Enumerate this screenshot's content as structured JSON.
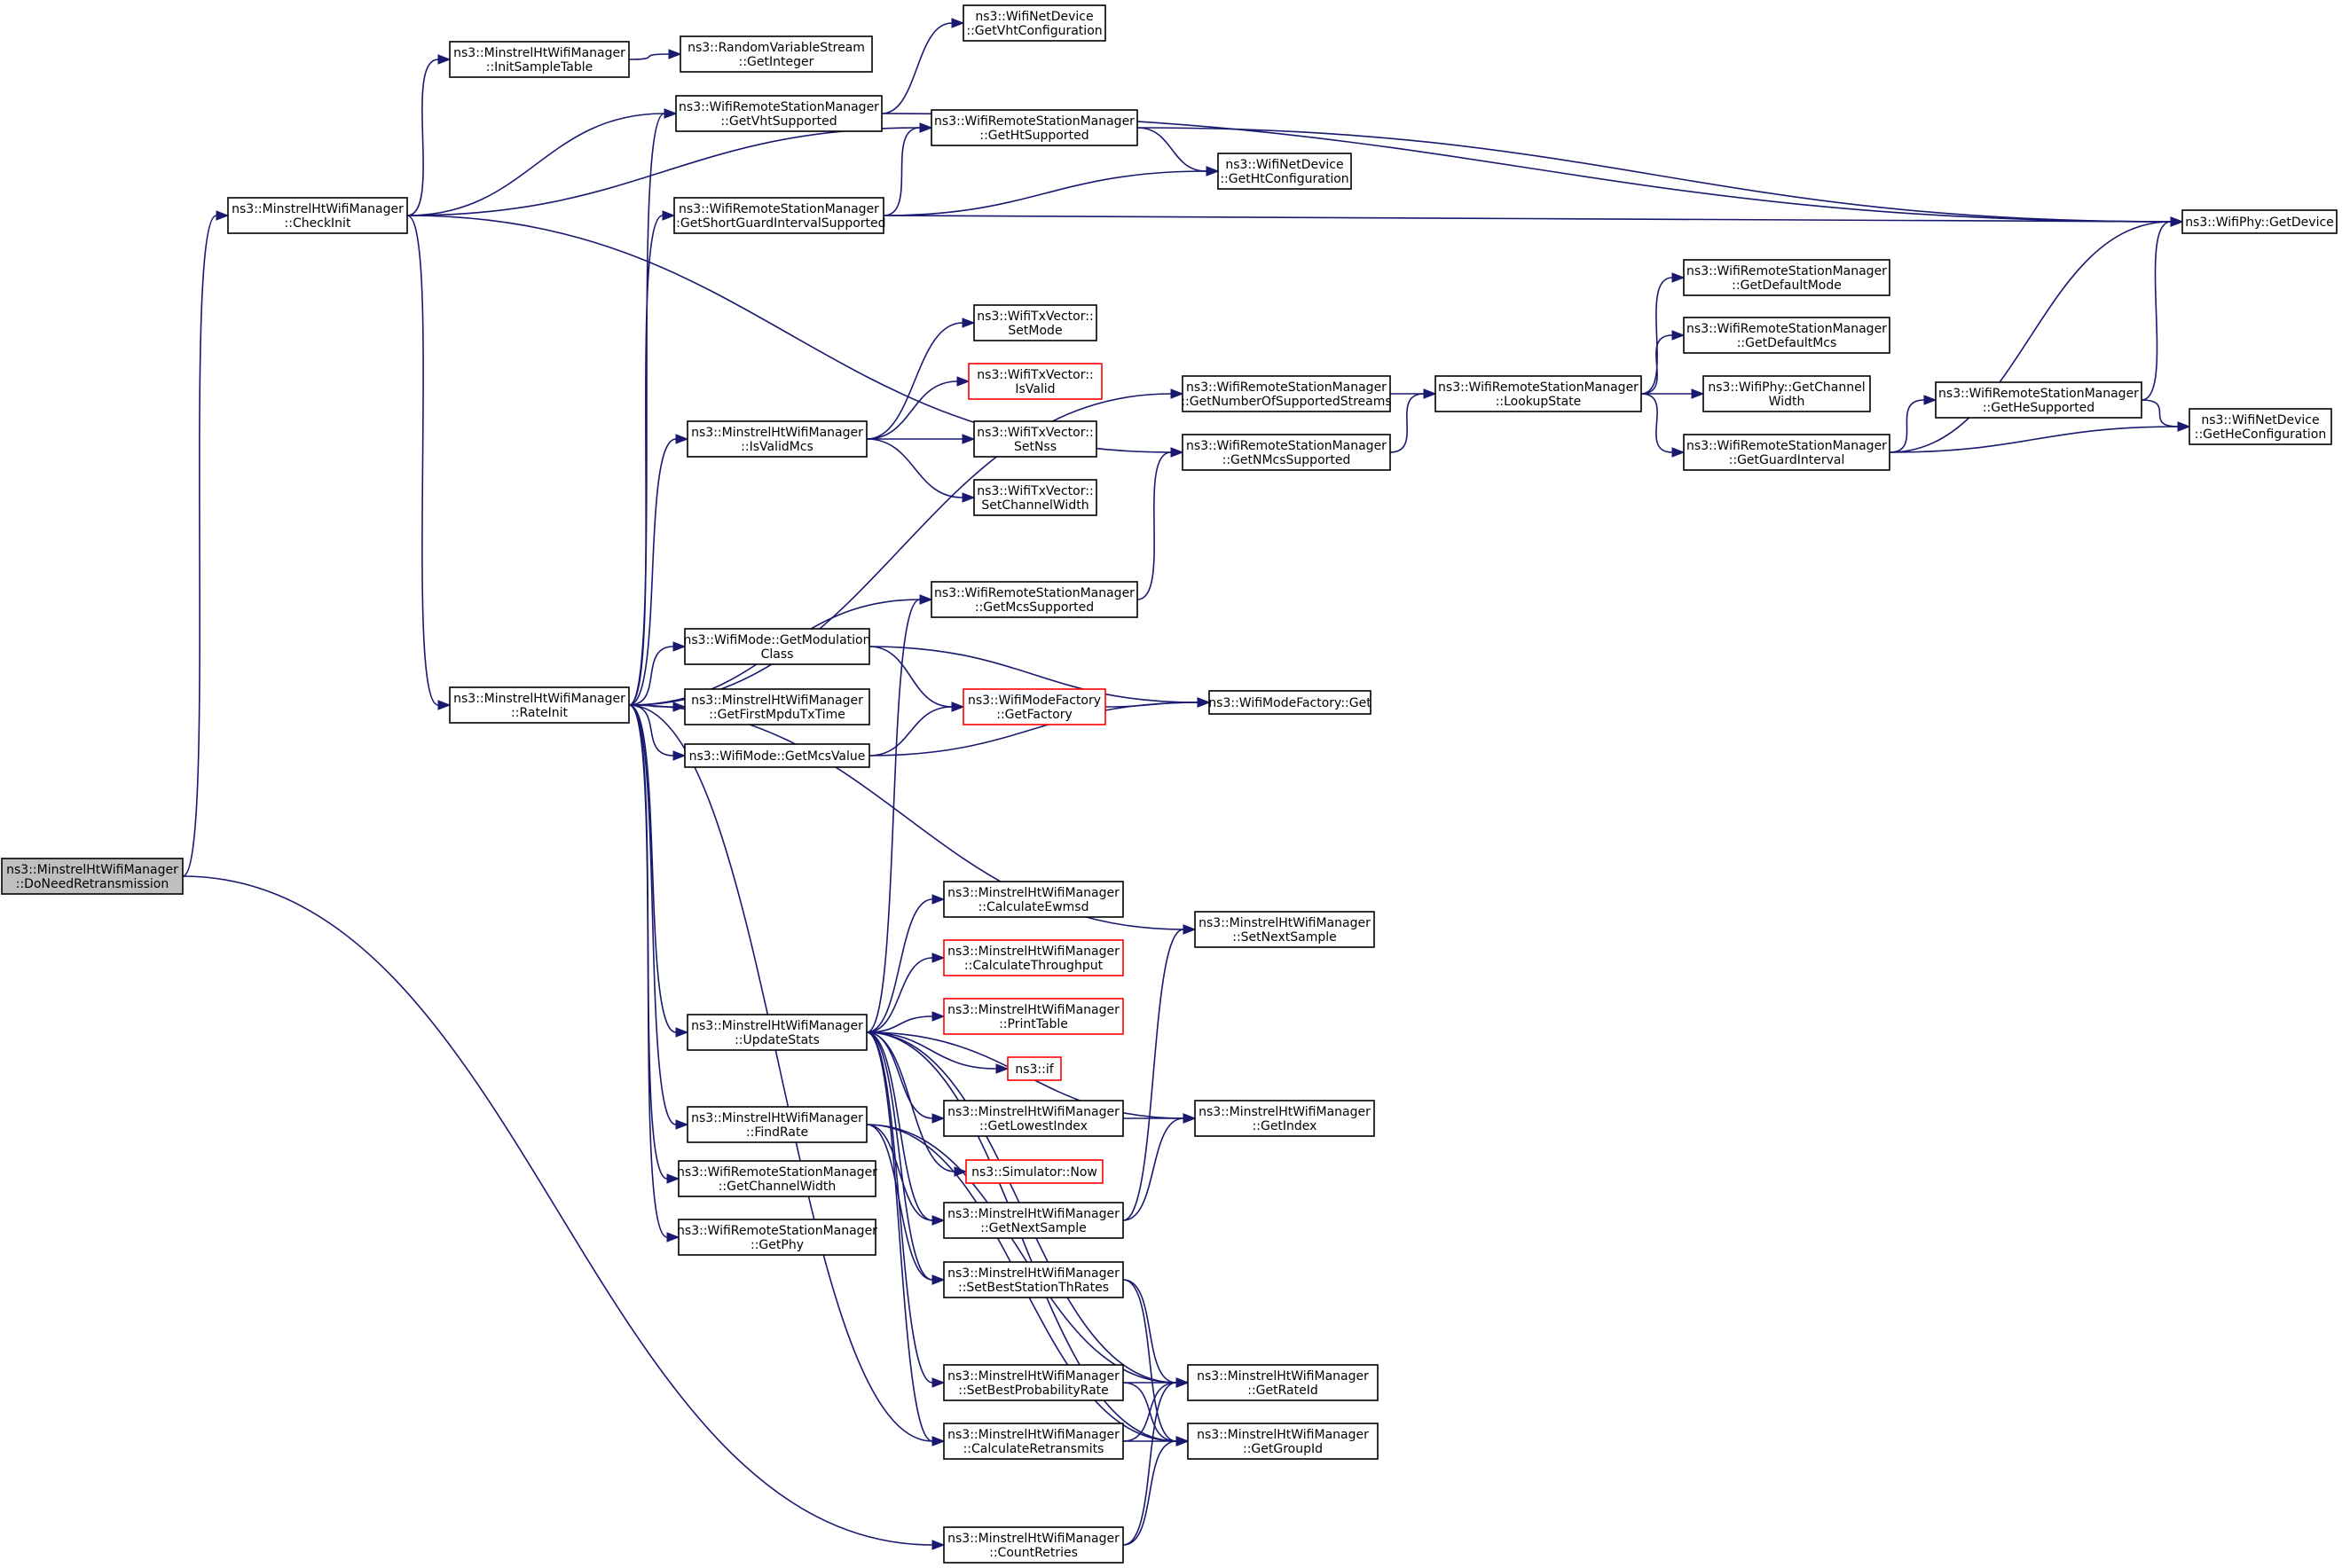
{
  "diagram": {
    "colors": {
      "edge": "#191970",
      "border": "#000000",
      "border_incomplete": "#ff0000",
      "root_fill": "#bfbfbf",
      "fill": "#ffffff"
    },
    "nodes": [
      {
        "id": "DoNeedRetransmission",
        "lines": [
          "ns3::MinstrelHtWifiManager",
          "::DoNeedRetransmission"
        ],
        "style": "root"
      },
      {
        "id": "CheckInit",
        "lines": [
          "ns3::MinstrelHtWifiManager",
          "::CheckInit"
        ],
        "style": "normal"
      },
      {
        "id": "InitSampleTable",
        "lines": [
          "ns3::MinstrelHtWifiManager",
          "::InitSampleTable"
        ],
        "style": "normal"
      },
      {
        "id": "GetInteger",
        "lines": [
          "ns3::RandomVariableStream",
          "::GetInteger"
        ],
        "style": "normal"
      },
      {
        "id": "GetVhtSupported",
        "lines": [
          "ns3::WifiRemoteStationManager",
          "::GetVhtSupported"
        ],
        "style": "normal"
      },
      {
        "id": "GetVhtConfiguration",
        "lines": [
          "ns3::WifiNetDevice",
          "::GetVhtConfiguration"
        ],
        "style": "normal"
      },
      {
        "id": "GetHtSupported",
        "lines": [
          "ns3::WifiRemoteStationManager",
          "::GetHtSupported"
        ],
        "style": "normal"
      },
      {
        "id": "GetHtConfiguration",
        "lines": [
          "ns3::WifiNetDevice",
          "::GetHtConfiguration"
        ],
        "style": "normal"
      },
      {
        "id": "GetShortGuardIntervalSupported",
        "lines": [
          "ns3::WifiRemoteStationManager",
          "::GetShortGuardIntervalSupported"
        ],
        "style": "normal"
      },
      {
        "id": "GetDevice",
        "lines": [
          "ns3::WifiPhy::GetDevice"
        ],
        "style": "normal"
      },
      {
        "id": "SetMode",
        "lines": [
          "ns3::WifiTxVector::",
          "SetMode"
        ],
        "style": "normal"
      },
      {
        "id": "IsValid",
        "lines": [
          "ns3::WifiTxVector::",
          "IsValid"
        ],
        "style": "incomplete"
      },
      {
        "id": "IsValidMcs",
        "lines": [
          "ns3::MinstrelHtWifiManager",
          "::IsValidMcs"
        ],
        "style": "normal"
      },
      {
        "id": "SetNss",
        "lines": [
          "ns3::WifiTxVector::",
          "SetNss"
        ],
        "style": "normal"
      },
      {
        "id": "SetChannelWidth",
        "lines": [
          "ns3::WifiTxVector::",
          "SetChannelWidth"
        ],
        "style": "normal"
      },
      {
        "id": "GetDefaultMode",
        "lines": [
          "ns3::WifiRemoteStationManager",
          "::GetDefaultMode"
        ],
        "style": "normal"
      },
      {
        "id": "GetDefaultMcs",
        "lines": [
          "ns3::WifiRemoteStationManager",
          "::GetDefaultMcs"
        ],
        "style": "normal"
      },
      {
        "id": "GetNumberOfSupportedStreams",
        "lines": [
          "ns3::WifiRemoteStationManager",
          "::GetNumberOfSupportedStreams"
        ],
        "style": "normal"
      },
      {
        "id": "LookupState",
        "lines": [
          "ns3::WifiRemoteStationManager",
          "::LookupState"
        ],
        "style": "normal"
      },
      {
        "id": "GetChannelWidthPhy",
        "lines": [
          "ns3::WifiPhy::GetChannel",
          "Width"
        ],
        "style": "normal"
      },
      {
        "id": "GetHeSupported",
        "lines": [
          "ns3::WifiRemoteStationManager",
          "::GetHeSupported"
        ],
        "style": "normal"
      },
      {
        "id": "GetHeConfiguration",
        "lines": [
          "ns3::WifiNetDevice",
          "::GetHeConfiguration"
        ],
        "style": "normal"
      },
      {
        "id": "GetNMcsSupported",
        "lines": [
          "ns3::WifiRemoteStationManager",
          "::GetNMcsSupported"
        ],
        "style": "normal"
      },
      {
        "id": "GetGuardInterval",
        "lines": [
          "ns3::WifiRemoteStationManager",
          "::GetGuardInterval"
        ],
        "style": "normal"
      },
      {
        "id": "GetMcsSupported",
        "lines": [
          "ns3::WifiRemoteStationManager",
          "::GetMcsSupported"
        ],
        "style": "normal"
      },
      {
        "id": "GetModulationClass",
        "lines": [
          "ns3::WifiMode::GetModulation",
          "Class"
        ],
        "style": "normal"
      },
      {
        "id": "GetFactory",
        "lines": [
          "ns3::WifiModeFactory",
          "::GetFactory"
        ],
        "style": "incomplete"
      },
      {
        "id": "FactoryGet",
        "lines": [
          "ns3::WifiModeFactory::Get"
        ],
        "style": "normal"
      },
      {
        "id": "RateInit",
        "lines": [
          "ns3::MinstrelHtWifiManager",
          "::RateInit"
        ],
        "style": "normal"
      },
      {
        "id": "GetFirstMpduTxTime",
        "lines": [
          "ns3::MinstrelHtWifiManager",
          "::GetFirstMpduTxTime"
        ],
        "style": "normal"
      },
      {
        "id": "GetMcsValue",
        "lines": [
          "ns3::WifiMode::GetMcsValue"
        ],
        "style": "normal"
      },
      {
        "id": "CalculateEwmsd",
        "lines": [
          "ns3::MinstrelHtWifiManager",
          "::CalculateEwmsd"
        ],
        "style": "normal"
      },
      {
        "id": "SetNextSample",
        "lines": [
          "ns3::MinstrelHtWifiManager",
          "::SetNextSample"
        ],
        "style": "normal"
      },
      {
        "id": "CalculateThroughput",
        "lines": [
          "ns3::MinstrelHtWifiManager",
          "::CalculateThroughput"
        ],
        "style": "incomplete"
      },
      {
        "id": "PrintTable",
        "lines": [
          "ns3::MinstrelHtWifiManager",
          "::PrintTable"
        ],
        "style": "incomplete"
      },
      {
        "id": "UpdateStats",
        "lines": [
          "ns3::MinstrelHtWifiManager",
          "::UpdateStats"
        ],
        "style": "normal"
      },
      {
        "id": "If",
        "lines": [
          "ns3::if"
        ],
        "style": "incomplete"
      },
      {
        "id": "GetLowestIndex",
        "lines": [
          "ns3::MinstrelHtWifiManager",
          "::GetLowestIndex"
        ],
        "style": "normal"
      },
      {
        "id": "GetIndex",
        "lines": [
          "ns3::MinstrelHtWifiManager",
          "::GetIndex"
        ],
        "style": "normal"
      },
      {
        "id": "FindRate",
        "lines": [
          "ns3::MinstrelHtWifiManager",
          "::FindRate"
        ],
        "style": "normal"
      },
      {
        "id": "Now",
        "lines": [
          "ns3::Simulator::Now"
        ],
        "style": "incomplete"
      },
      {
        "id": "GetChannelWidth",
        "lines": [
          "ns3::WifiRemoteStationManager",
          "::GetChannelWidth"
        ],
        "style": "normal"
      },
      {
        "id": "GetNextSample",
        "lines": [
          "ns3::MinstrelHtWifiManager",
          "::GetNextSample"
        ],
        "style": "normal"
      },
      {
        "id": "GetPhy",
        "lines": [
          "ns3::WifiRemoteStationManager",
          "::GetPhy"
        ],
        "style": "normal"
      },
      {
        "id": "SetBestStationThRates",
        "lines": [
          "ns3::MinstrelHtWifiManager",
          "::SetBestStationThRates"
        ],
        "style": "normal"
      },
      {
        "id": "SetBestProbabilityRate",
        "lines": [
          "ns3::MinstrelHtWifiManager",
          "::SetBestProbabilityRate"
        ],
        "style": "normal"
      },
      {
        "id": "GetRateId",
        "lines": [
          "ns3::MinstrelHtWifiManager",
          "::GetRateId"
        ],
        "style": "normal"
      },
      {
        "id": "CalculateRetransmits",
        "lines": [
          "ns3::MinstrelHtWifiManager",
          "::CalculateRetransmits"
        ],
        "style": "normal"
      },
      {
        "id": "GetGroupId",
        "lines": [
          "ns3::MinstrelHtWifiManager",
          "::GetGroupId"
        ],
        "style": "normal"
      },
      {
        "id": "CountRetries",
        "lines": [
          "ns3::MinstrelHtWifiManager",
          "::CountRetries"
        ],
        "style": "normal"
      }
    ],
    "edges": [
      [
        "DoNeedRetransmission",
        "CheckInit"
      ],
      [
        "DoNeedRetransmission",
        "CountRetries"
      ],
      [
        "CheckInit",
        "InitSampleTable"
      ],
      [
        "CheckInit",
        "GetVhtSupported"
      ],
      [
        "CheckInit",
        "GetHtSupported"
      ],
      [
        "CheckInit",
        "GetNMcsSupported"
      ],
      [
        "CheckInit",
        "RateInit"
      ],
      [
        "InitSampleTable",
        "GetInteger"
      ],
      [
        "GetVhtSupported",
        "GetVhtConfiguration"
      ],
      [
        "GetVhtSupported",
        "GetDevice"
      ],
      [
        "GetHtSupported",
        "GetHtConfiguration"
      ],
      [
        "GetHtSupported",
        "GetDevice"
      ],
      [
        "GetShortGuardIntervalSupported",
        "GetHtSupported"
      ],
      [
        "GetShortGuardIntervalSupported",
        "GetHtConfiguration"
      ],
      [
        "GetShortGuardIntervalSupported",
        "GetDevice"
      ],
      [
        "IsValidMcs",
        "SetMode"
      ],
      [
        "IsValidMcs",
        "IsValid"
      ],
      [
        "IsValidMcs",
        "SetNss"
      ],
      [
        "IsValidMcs",
        "SetChannelWidth"
      ],
      [
        "GetNumberOfSupportedStreams",
        "LookupState"
      ],
      [
        "GetNMcsSupported",
        "LookupState"
      ],
      [
        "LookupState",
        "GetDefaultMode"
      ],
      [
        "LookupState",
        "GetDefaultMcs"
      ],
      [
        "LookupState",
        "GetChannelWidthPhy"
      ],
      [
        "LookupState",
        "GetGuardInterval"
      ],
      [
        "GetGuardInterval",
        "GetDevice"
      ],
      [
        "GetGuardInterval",
        "GetHeSupported"
      ],
      [
        "GetGuardInterval",
        "GetHeConfiguration"
      ],
      [
        "GetHeSupported",
        "GetDevice"
      ],
      [
        "GetHeSupported",
        "GetHeConfiguration"
      ],
      [
        "GetMcsSupported",
        "GetNMcsSupported"
      ],
      [
        "GetModulationClass",
        "GetFactory"
      ],
      [
        "GetModulationClass",
        "FactoryGet"
      ],
      [
        "GetFactory",
        "FactoryGet"
      ],
      [
        "GetMcsValue",
        "GetFactory"
      ],
      [
        "GetMcsValue",
        "FactoryGet"
      ],
      [
        "RateInit",
        "GetVhtSupported"
      ],
      [
        "RateInit",
        "GetShortGuardIntervalSupported"
      ],
      [
        "RateInit",
        "IsValidMcs"
      ],
      [
        "RateInit",
        "GetNumberOfSupportedStreams"
      ],
      [
        "RateInit",
        "GetMcsSupported"
      ],
      [
        "RateInit",
        "GetModulationClass"
      ],
      [
        "RateInit",
        "GetFirstMpduTxTime"
      ],
      [
        "RateInit",
        "GetMcsValue"
      ],
      [
        "RateInit",
        "SetNextSample"
      ],
      [
        "RateInit",
        "UpdateStats"
      ],
      [
        "RateInit",
        "FindRate"
      ],
      [
        "RateInit",
        "GetChannelWidth"
      ],
      [
        "RateInit",
        "GetPhy"
      ],
      [
        "RateInit",
        "CalculateRetransmits"
      ],
      [
        "UpdateStats",
        "GetMcsSupported"
      ],
      [
        "UpdateStats",
        "GetIndex"
      ],
      [
        "UpdateStats",
        "CalculateEwmsd"
      ],
      [
        "UpdateStats",
        "CalculateThroughput"
      ],
      [
        "UpdateStats",
        "PrintTable"
      ],
      [
        "UpdateStats",
        "If"
      ],
      [
        "UpdateStats",
        "GetLowestIndex"
      ],
      [
        "UpdateStats",
        "Now"
      ],
      [
        "UpdateStats",
        "GetNextSample"
      ],
      [
        "UpdateStats",
        "SetBestStationThRates"
      ],
      [
        "UpdateStats",
        "SetBestProbabilityRate"
      ],
      [
        "UpdateStats",
        "CalculateRetransmits"
      ],
      [
        "UpdateStats",
        "GetRateId"
      ],
      [
        "UpdateStats",
        "GetGroupId"
      ],
      [
        "FindRate",
        "GetNextSample"
      ],
      [
        "FindRate",
        "SetBestStationThRates"
      ],
      [
        "FindRate",
        "GetRateId"
      ],
      [
        "FindRate",
        "GetGroupId"
      ],
      [
        "GetLowestIndex",
        "GetIndex"
      ],
      [
        "GetNextSample",
        "SetNextSample"
      ],
      [
        "GetNextSample",
        "GetIndex"
      ],
      [
        "SetBestStationThRates",
        "GetRateId"
      ],
      [
        "SetBestStationThRates",
        "GetGroupId"
      ],
      [
        "SetBestProbabilityRate",
        "GetRateId"
      ],
      [
        "SetBestProbabilityRate",
        "GetGroupId"
      ],
      [
        "CalculateRetransmits",
        "GetRateId"
      ],
      [
        "CalculateRetransmits",
        "GetGroupId"
      ],
      [
        "CountRetries",
        "GetRateId"
      ],
      [
        "CountRetries",
        "GetGroupId"
      ]
    ]
  }
}
